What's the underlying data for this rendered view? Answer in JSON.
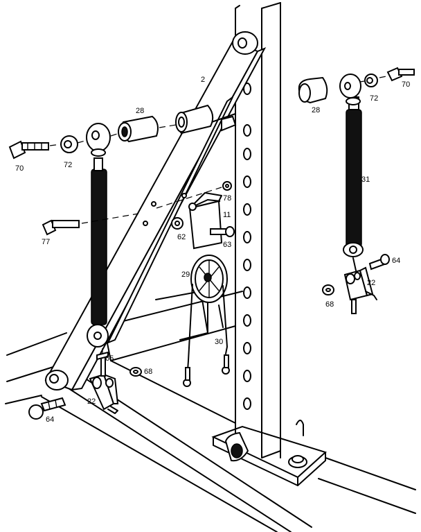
{
  "labels": {
    "p2": "2",
    "p28_left": "28",
    "p28_right": "28",
    "p70_left": "70",
    "p70_right": "70",
    "p72_left": "72",
    "p72_right": "72",
    "p31": "31",
    "p78": "78",
    "p11": "11",
    "p62": "62",
    "p63": "63",
    "p77": "77",
    "p29": "29",
    "p64_right": "64",
    "p64_left": "64",
    "p22_right": "22",
    "p22_left": "22",
    "p68_right": "68",
    "p68_left": "68",
    "p30": "30",
    "p65": "65"
  }
}
